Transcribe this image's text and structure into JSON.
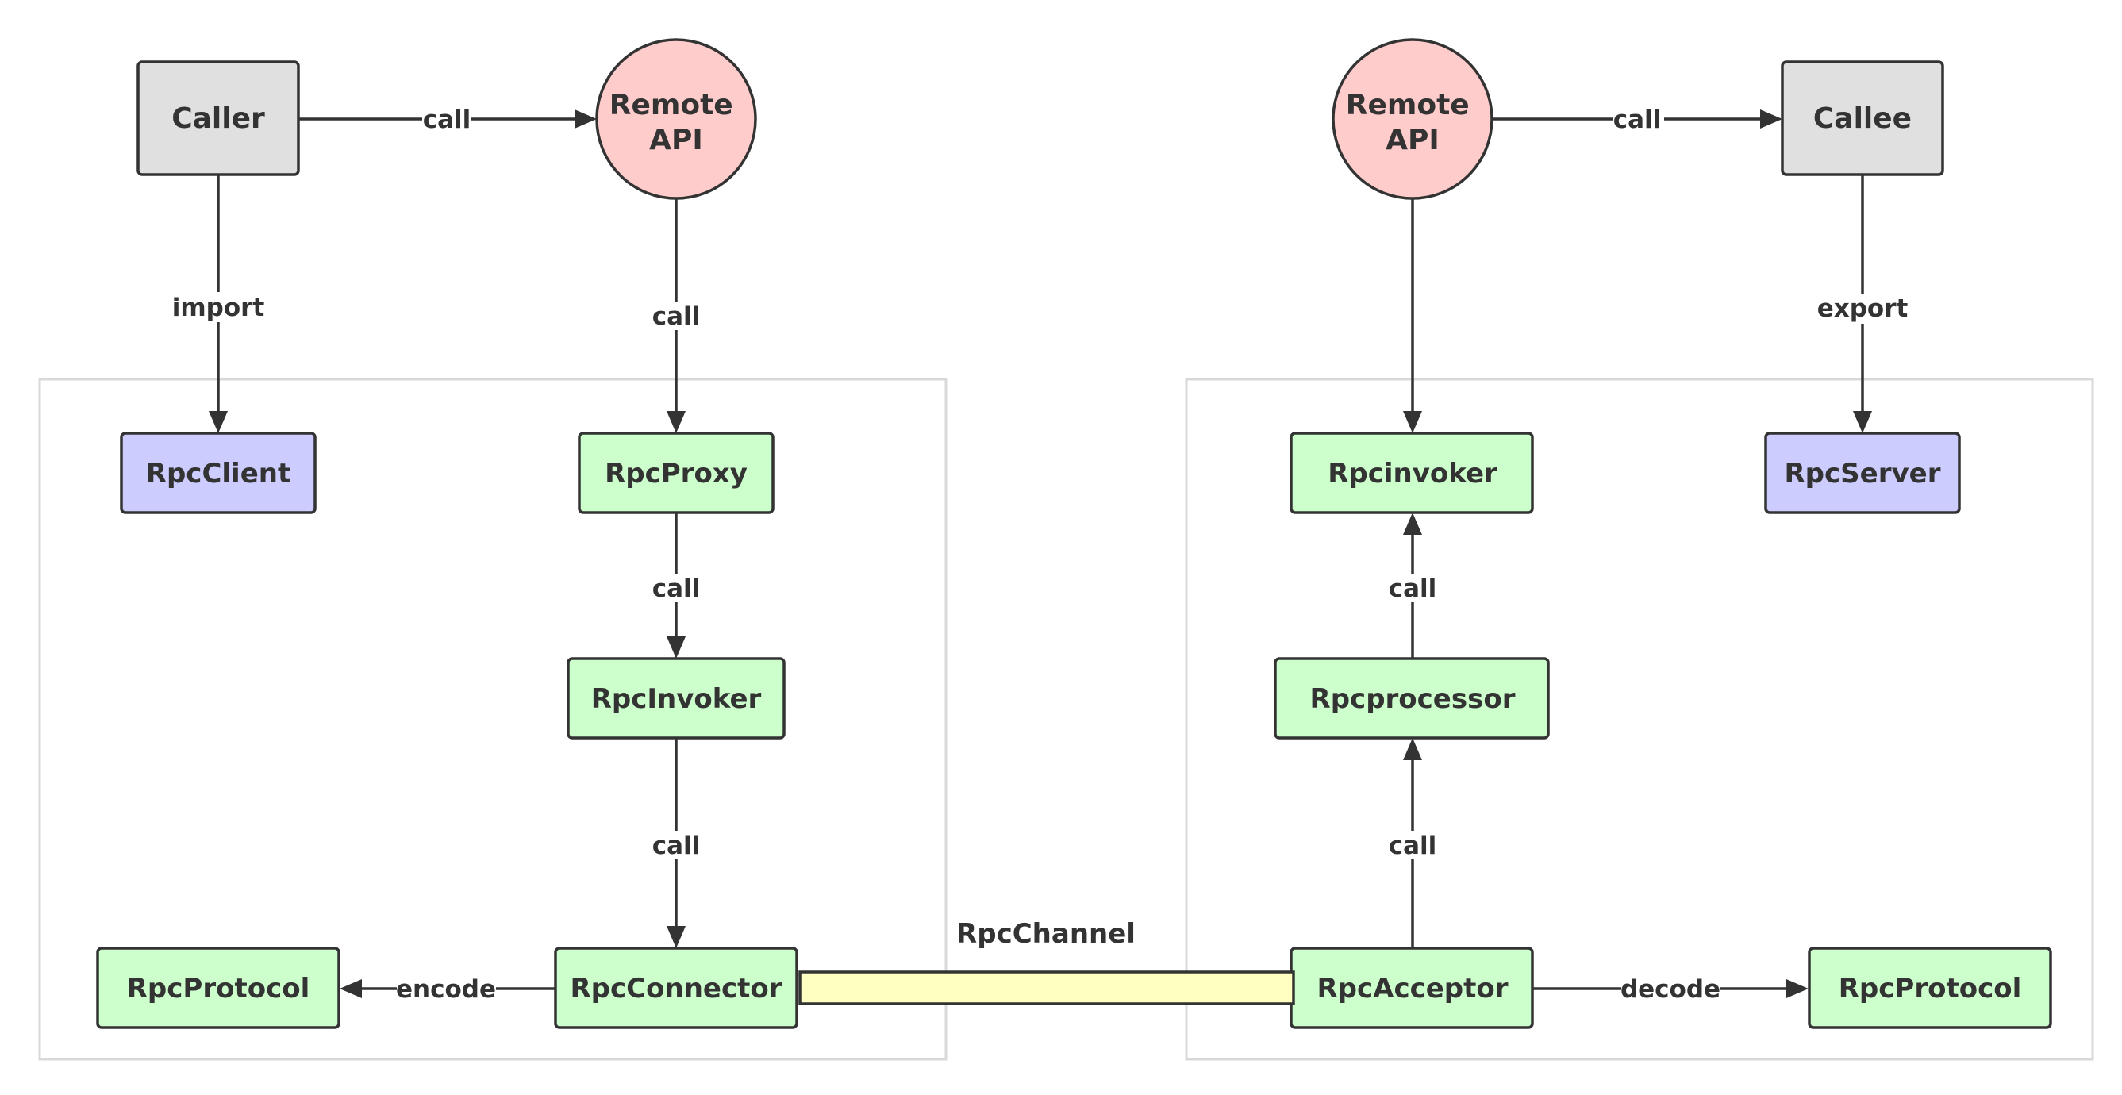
{
  "nodes": {
    "caller": "Caller",
    "remote_api_left": [
      "Remote",
      "API"
    ],
    "remote_api_right": [
      "Remote",
      "API"
    ],
    "callee": "Callee",
    "rpc_client": "RpcClient",
    "rpc_proxy": "RpcProxy",
    "rpc_invoker_left": "RpcInvoker",
    "rpc_connector": "RpcConnector",
    "rpc_protocol_left": "RpcProtocol",
    "rpc_invoker_right": "Rpcinvoker",
    "rpc_server": "RpcServer",
    "rpc_processor": "Rpcprocessor",
    "rpc_acceptor": "RpcAcceptor",
    "rpc_protocol_right": "RpcProtocol",
    "rpc_channel": "RpcChannel"
  },
  "edges": {
    "caller_to_remote_api": "call",
    "caller_to_rpcclient": "import",
    "remote_api_to_rpcproxy": "call",
    "rpcproxy_to_rpcinvoker": "call",
    "rpcinvoker_to_rpcconnector": "call",
    "rpcconnector_to_rpcprotocol": "encode",
    "remote_api_to_callee": "call",
    "callee_to_rpcserver": "export",
    "rpcprocessor_to_rpcinvoker": "call",
    "rpcacceptor_to_rpcprocessor": "call",
    "rpcacceptor_to_rpcprotocol": "decode"
  },
  "colors": {
    "gray_box": "#e0e0e0",
    "red_circle": "#ffcccc",
    "purple_box": "#ccccff",
    "green_box": "#ccffcc",
    "channel": "#ffffc2",
    "stroke": "#333333",
    "container": "#d9d9d9"
  }
}
